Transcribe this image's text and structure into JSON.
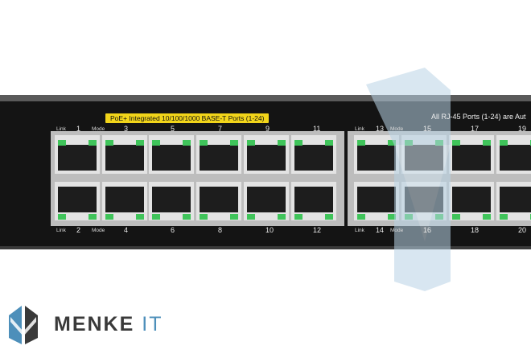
{
  "switch": {
    "poe_label": "PoE+ Integrated 10/100/1000 BASE-T Ports (1-24)",
    "rj45_note": "All RJ-45 Ports (1-24) are Aut",
    "link_text": "Link",
    "mode_text": "Mode",
    "top_port_numbers": [
      "1",
      "3",
      "5",
      "7",
      "9",
      "11",
      "13",
      "15",
      "17",
      "19"
    ],
    "bottom_port_numbers": [
      "2",
      "4",
      "6",
      "8",
      "10",
      "12",
      "14",
      "16",
      "18",
      "20"
    ]
  },
  "logo": {
    "brand_main": "MENKE",
    "brand_suffix": "IT",
    "colors": {
      "blue": "#4d8fba",
      "dark": "#3a3a3a"
    }
  },
  "colors": {
    "chassis": "#141414",
    "led_green": "#3fc45a",
    "label_yellow": "#f2d51a",
    "watermark": "#b9d3e6"
  }
}
